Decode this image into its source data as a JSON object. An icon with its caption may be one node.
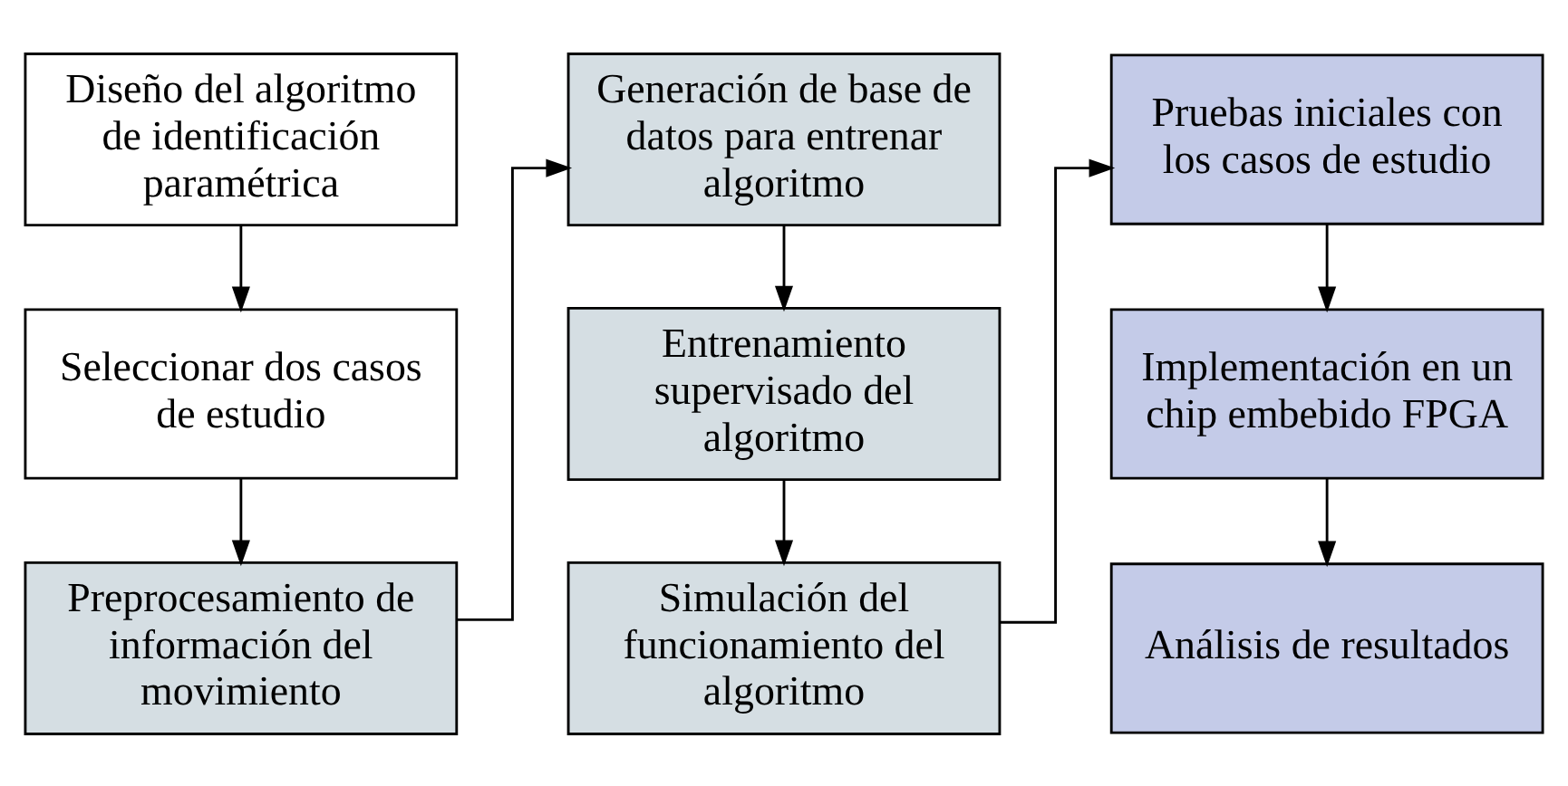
{
  "diagram": {
    "nodes": [
      {
        "text": [
          "Diseño del algoritmo de identificación paramétrica"
        ]
      },
      {
        "text": [
          "Seleccionar dos casos de estudio"
        ]
      },
      {
        "text": [
          "Preprocesamiento de información del movimiento"
        ]
      },
      {
        "text": [
          "Generación de base de datos para entrenar algoritmo"
        ]
      },
      {
        "text": [
          "Entrenamiento supervisado del algoritmo"
        ]
      },
      {
        "text": [
          "Simulación del funcionamiento del algoritmo"
        ]
      },
      {
        "text": [
          "Pruebas iniciales con los casos de estudio"
        ]
      },
      {
        "text": [
          "Implementación en un chip embebido FPGA"
        ]
      },
      {
        "text": [
          "Análisis de resultados"
        ]
      }
    ],
    "edges": [
      {
        "from": 0,
        "to": 1,
        "arrow": "to"
      },
      {
        "from": 1,
        "to": 2,
        "arrow": "to"
      },
      {
        "from": 2,
        "to": 3,
        "arrow": "to"
      },
      {
        "from": 3,
        "to": 4,
        "arrow": "to"
      },
      {
        "from": 4,
        "to": 5,
        "arrow": "to"
      },
      {
        "from": 5,
        "to": 6,
        "arrow": "to"
      },
      {
        "from": 6,
        "to": 7,
        "arrow": "to"
      },
      {
        "from": 7,
        "to": 8,
        "arrow": "to"
      }
    ]
  }
}
